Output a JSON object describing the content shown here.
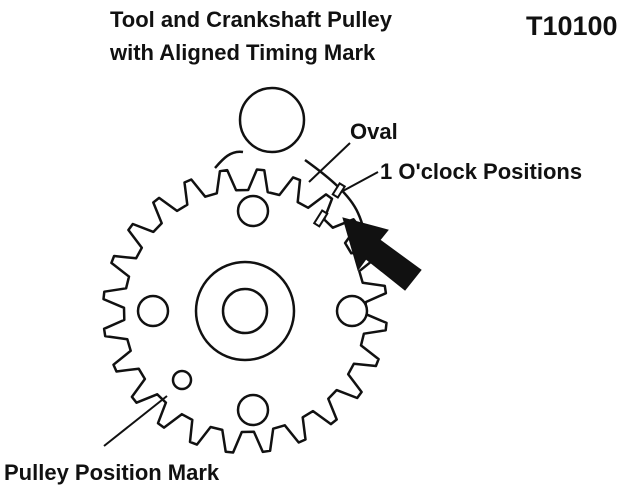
{
  "header": {
    "title_line1": "Tool and Crankshaft Pulley",
    "title_line2": "with Aligned Timing Mark",
    "tool_id": "T10100"
  },
  "callouts": {
    "oval": "Oval",
    "oclock": "1 O'clock Positions",
    "pulley_mark": "Pulley Position Mark"
  },
  "icons": {
    "arrow": "timing-arrow-icon"
  },
  "colors": {
    "line": "#111111",
    "background": "#ffffff"
  }
}
